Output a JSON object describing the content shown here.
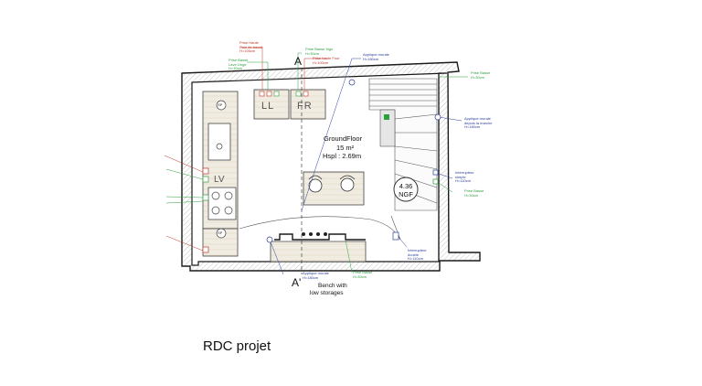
{
  "caption": "RDC projet",
  "room": {
    "name": "GroundFloor",
    "area": "15 m²",
    "height": "Hspl : 2.69m"
  },
  "ngf": {
    "value": "4.36",
    "label": "NGF"
  },
  "bench": {
    "line1": "Bench with",
    "line2": "low storages"
  },
  "section_markers": {
    "top": "A",
    "bottom": "A'"
  },
  "appliances": {
    "ll": "LL",
    "fr": "FR",
    "lv": "LV",
    "sp": "SP"
  },
  "annotations": {
    "prise_haute_1": "Prise Haute",
    "prise_haute_2": "Plan de travail",
    "prise_haute_3": "H=105cm",
    "prise_basse_ll_1": "Prise Basse",
    "prise_basse_ll_2": "Lave Linge",
    "prise_basse_ll_3": "H=30cm",
    "prise_basse_frigo_1": "Prise Basse frigo",
    "prise_basse_frigo_2": "H=30cm",
    "prise_four_1": "Prise haute Four",
    "prise_four_2": "H=100cm",
    "applique_top_1": "Applique murale",
    "applique_top_2": "H=180cm",
    "prise_basse_right_1": "Prise Basse",
    "prise_basse_right_2": "H=30cm",
    "applique_marche_1": "Applique murale",
    "applique_marche_2": "depuis la marche",
    "applique_marche_3": "H=180cm",
    "inter_simple_1": "Interrupteur",
    "inter_simple_2": "simple",
    "inter_simple_3": "H=110cm",
    "prise_basse_mid_1": "Prise Basse",
    "prise_basse_mid_2": "H=30cm",
    "inter_double_1": "Interrupteur",
    "inter_double_2": "double",
    "inter_double_3": "H=110cm",
    "applique_bottom_1": "Applique murale",
    "applique_bottom_2": "H=180cm",
    "prise_basse_bottom_1": "Prise Basse",
    "prise_basse_bottom_2": "H=30cm"
  },
  "colors": {
    "wall": "#1a1a1a",
    "electric_red": "#c0392b",
    "electric_green": "#2e9e3e",
    "electric_blue": "#2b3f9a",
    "worktop": "#f3efe6"
  }
}
